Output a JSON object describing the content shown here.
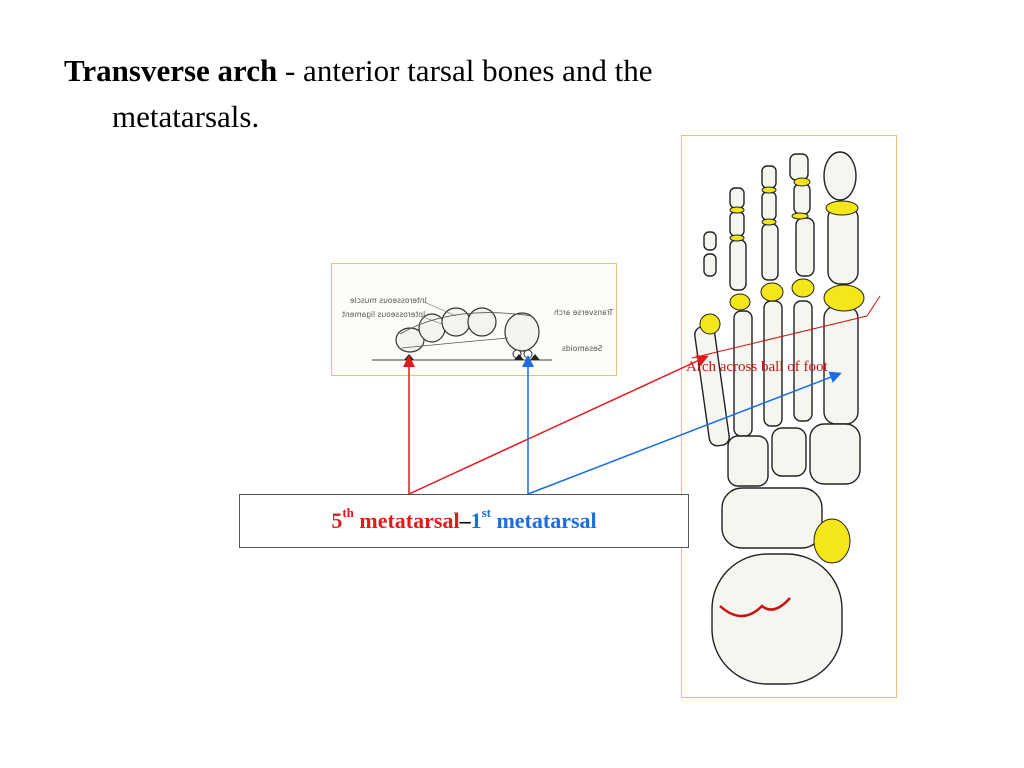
{
  "heading": {
    "term": "Transverse arch",
    "definition_line1": " - anterior tarsal bones and the",
    "definition_line2": "metatarsals."
  },
  "arch_diagram": {
    "labels": {
      "interosseous_muscle": "Interosseous muscle",
      "interosseous_ligament": "Interosseous ligament",
      "transverse_arch": "Transverse arch",
      "sesamoids": "Sesamoids"
    }
  },
  "foot_diagram": {
    "arch_label": "Arch across ball of foot"
  },
  "caption": {
    "fifth_num": "5",
    "fifth_sup": "th",
    "fifth_text": " metatarsal",
    "dash": " – ",
    "first_num": "1",
    "first_sup": "st",
    "first_text": " metatarsal"
  },
  "colors": {
    "fifth_metatarsal": "#e31a1a",
    "first_metatarsal": "#1a6de3",
    "highlight": "#f5e61a",
    "panel_border": "#f0c070"
  }
}
